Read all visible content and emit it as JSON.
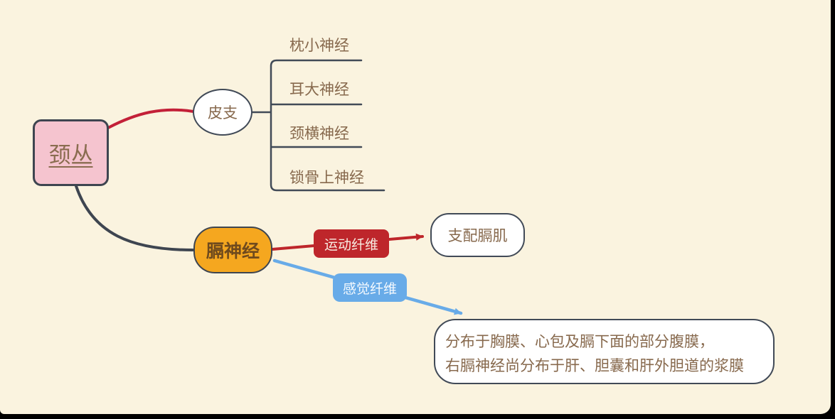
{
  "diagram": {
    "root": {
      "label": "颈丛"
    },
    "cutaneous": {
      "label": "皮支",
      "children": [
        {
          "label": "枕小神经"
        },
        {
          "label": "耳大神经"
        },
        {
          "label": "颈横神经"
        },
        {
          "label": "锁骨上神经"
        }
      ]
    },
    "phrenic": {
      "label": "膈神经",
      "motor_label": "运动纤维",
      "motor_target": "支配膈肌",
      "sensory_label": "感觉纤维",
      "sensory_target_line1": "分布于胸膜、心包及膈下面的部分腹膜，",
      "sensory_target_line2": "右膈神经尚分布于肝、胆囊和肝外胆道的浆膜"
    },
    "colors": {
      "background": "#FAF3DF",
      "frame": "#000000",
      "line_dark": "#414A57",
      "text_brown": "#87694D",
      "root_fill": "#F5C4CF",
      "phrenic_fill": "#F5A71F",
      "phrenic_text": "#6F4A1D",
      "cutaneous_edge_red": "#C32038",
      "motor_red": "#BE262B",
      "motor_label_text": "#F8EDE3",
      "sensory_blue": "#68ABE8",
      "sensory_label_text": "#F6FAFE",
      "node_fill": "#FFFFFF"
    }
  }
}
